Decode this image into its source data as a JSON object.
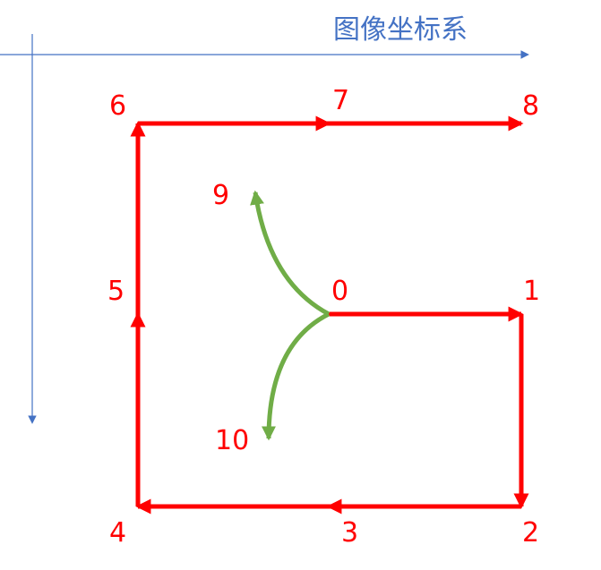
{
  "title": "图像坐标系",
  "nodes": [
    {
      "id": "0",
      "label": "0"
    },
    {
      "id": "1",
      "label": "1"
    },
    {
      "id": "2",
      "label": "2"
    },
    {
      "id": "3",
      "label": "3"
    },
    {
      "id": "4",
      "label": "4"
    },
    {
      "id": "5",
      "label": "5"
    },
    {
      "id": "6",
      "label": "6"
    },
    {
      "id": "7",
      "label": "7"
    },
    {
      "id": "8",
      "label": "8"
    },
    {
      "id": "9",
      "label": "9"
    },
    {
      "id": "10",
      "label": "10"
    }
  ],
  "edges": [
    {
      "from": "0",
      "to": "1",
      "style": "straight"
    },
    {
      "from": "1",
      "to": "2",
      "style": "straight"
    },
    {
      "from": "2",
      "to": "3",
      "style": "straight"
    },
    {
      "from": "3",
      "to": "4",
      "style": "straight"
    },
    {
      "from": "4",
      "to": "5",
      "style": "straight"
    },
    {
      "from": "5",
      "to": "6",
      "style": "straight"
    },
    {
      "from": "6",
      "to": "7",
      "style": "straight"
    },
    {
      "from": "7",
      "to": "8",
      "style": "straight"
    },
    {
      "from": "0",
      "to": "9",
      "style": "curved"
    },
    {
      "from": "0",
      "to": "10",
      "style": "curved"
    }
  ],
  "colors": {
    "path": "#ff0000",
    "curve": "#70ad47",
    "axis": "#4472c4",
    "label": "#ff0000"
  }
}
